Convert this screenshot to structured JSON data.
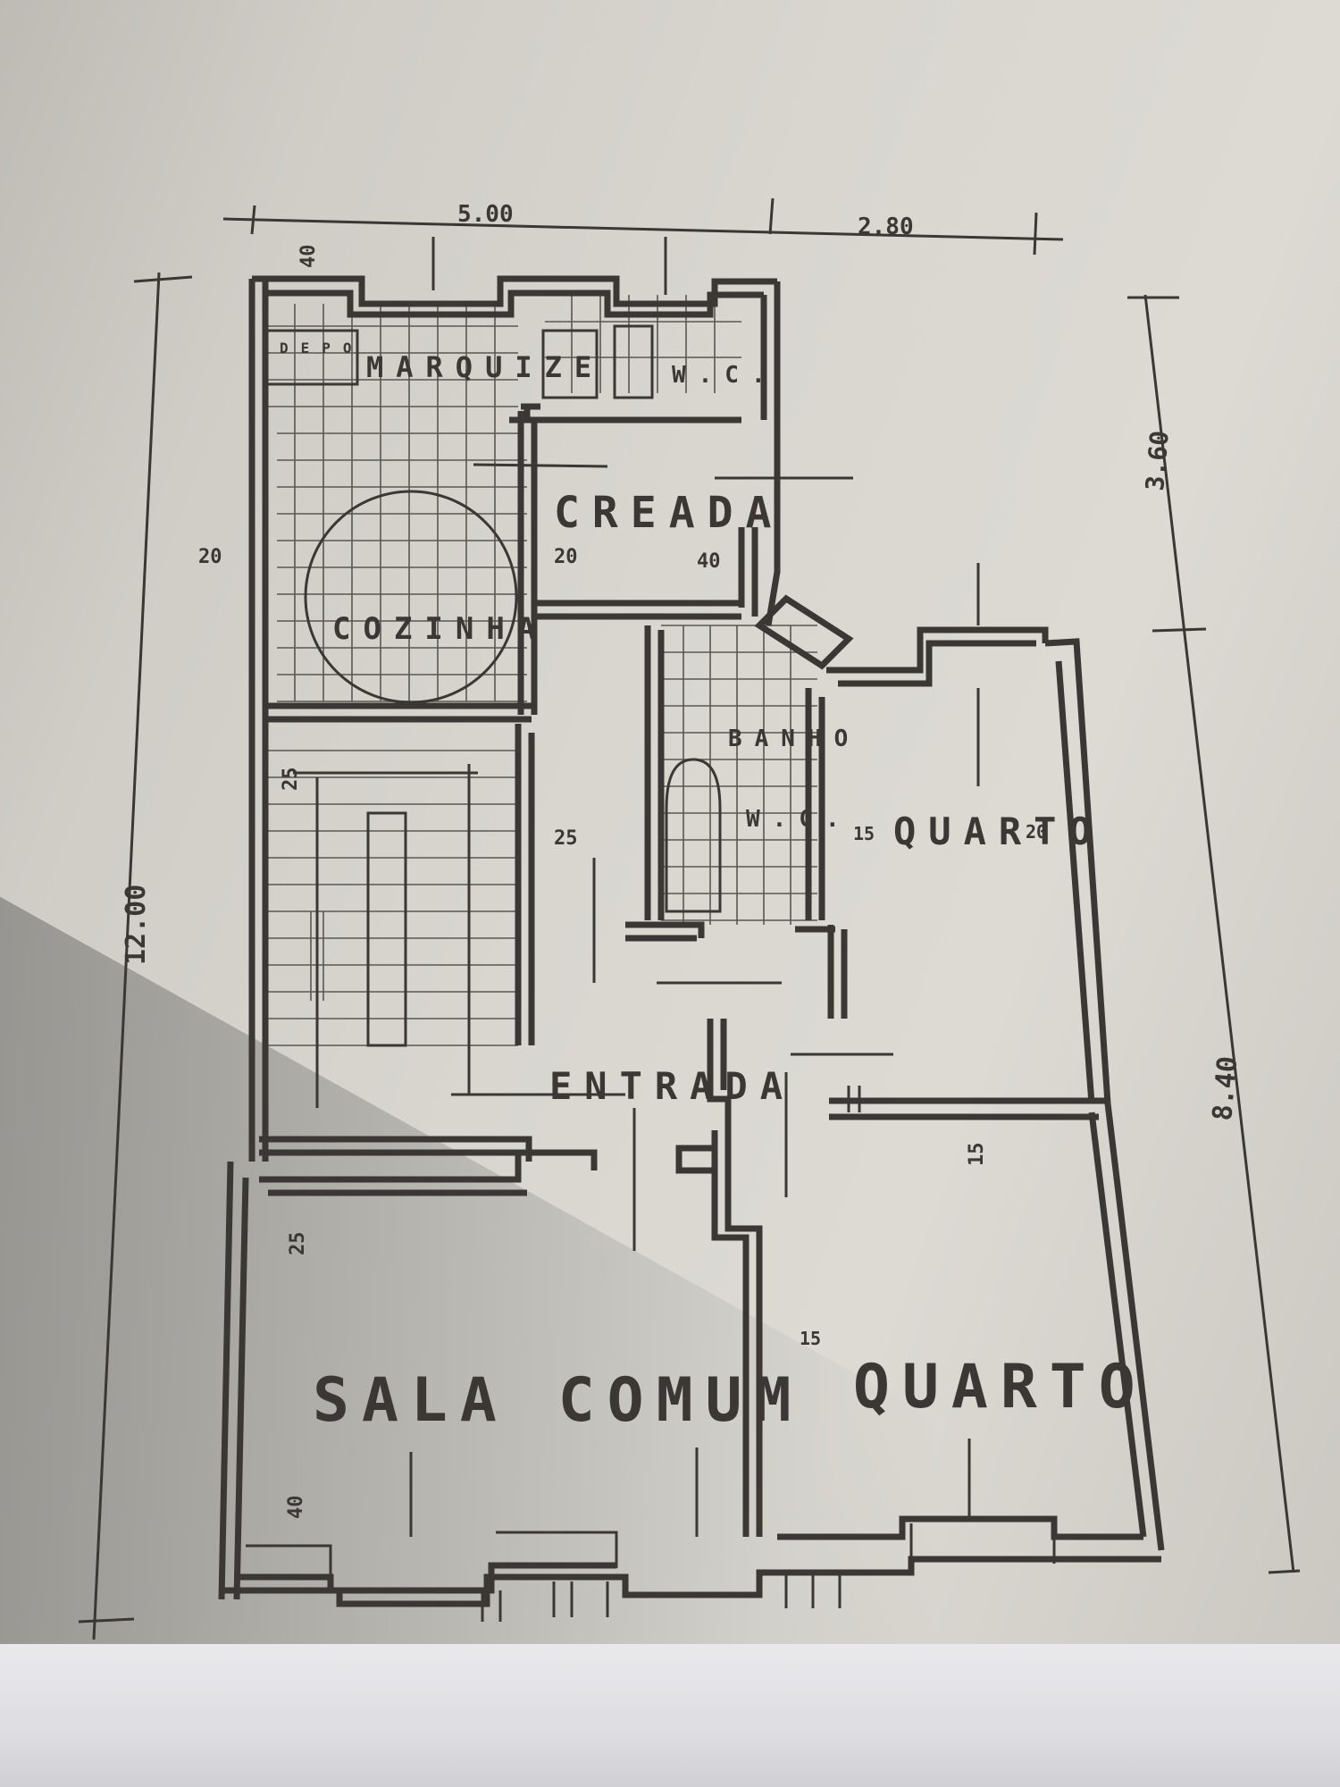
{
  "dimensions": {
    "top_left": "5.00",
    "top_right": "2.80",
    "left_total": "12.00",
    "right_top": "3.60",
    "right_bottom": "8.40"
  },
  "rooms": {
    "deps": "DEPO",
    "marquize": "MARQUIZE",
    "wc_top": "W.C.",
    "creada": "CREADA",
    "cozinha": "COZINHA",
    "banho": "BANHO",
    "wc_bath": "W.C.",
    "quarto_upper": "QUARTO",
    "entrada": "ENTRADA",
    "sala_comum": "SALA COMUM",
    "quarto_lower": "QUARTO"
  },
  "wall_notes": {
    "top_40": "40",
    "cozinha_20": "20",
    "creada_20": "20",
    "creada_40": "40",
    "stair_25": "25",
    "hall_25": "25",
    "quarto_15": "15",
    "quarto_20": "20",
    "partition_15": "15",
    "sala_25": "25",
    "quarto_lower_15": "15",
    "bottom_40": "40"
  }
}
